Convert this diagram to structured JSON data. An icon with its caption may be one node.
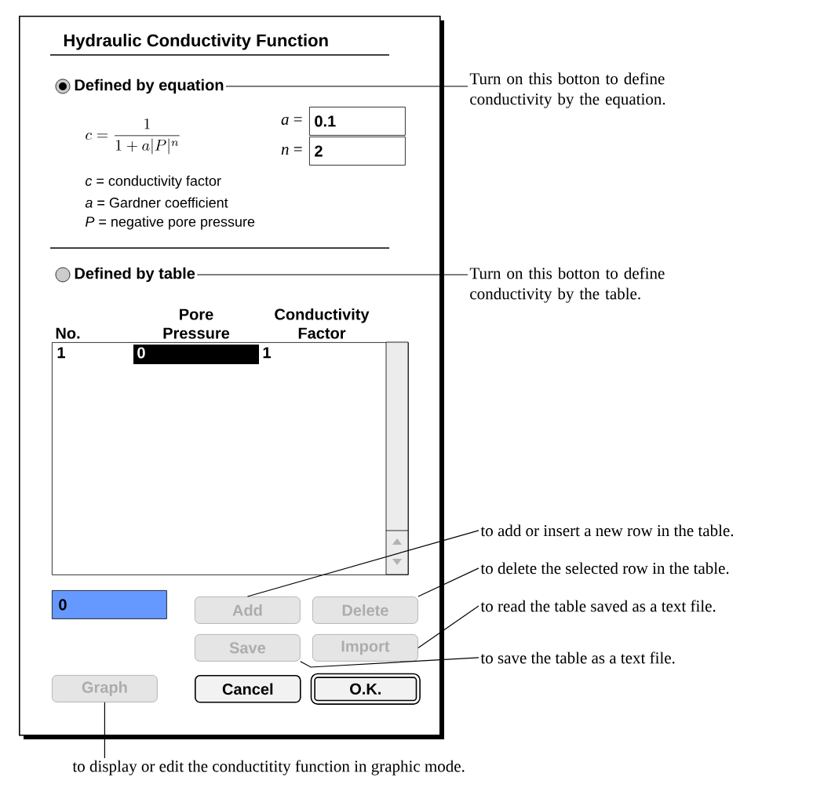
{
  "diagram": {
    "nodes": [
      {
        "text": [
          "Hydraulic Conductivity Function"
        ]
      },
      {
        "text": [
          "Defined by equation"
        ],
        "in": 0
      },
      {
        "text": [
          "0.1"
        ],
        "beside": [
          "*a* ="
        ],
        "in": 0
      },
      {
        "text": [
          "2"
        ],
        "beside": [
          "*n* ="
        ],
        "in": 0
      },
      {
        "text": [
          "Defined by table"
        ],
        "in": 0
      },
      {
        "text": [
          "No.",
          "Pore Pressure",
          "Conductivity Factor",
          "1",
          "0",
          "1"
        ],
        "in": 0
      },
      {
        "text": [
          "0"
        ],
        "in": 0
      },
      {
        "text": [
          "Add"
        ],
        "in": 0
      },
      {
        "text": [
          "Delete"
        ],
        "in": 0
      },
      {
        "text": [
          "Save"
        ],
        "in": 0
      },
      {
        "text": [
          "Import"
        ],
        "in": 0
      },
      {
        "text": [
          "Graph"
        ],
        "in": 0
      },
      {
        "text": [
          "Cancel"
        ],
        "in": 0
      },
      {
        "text": [
          "O.K."
        ],
        "in": 0
      },
      {
        "text": [
          "Turn on this botton to define conductivity by the equation."
        ]
      },
      {
        "text": [
          "Turn on this botton to define conductivity by the table."
        ]
      },
      {
        "text": [
          "to add or insert a new row in the table."
        ]
      },
      {
        "text": [
          "to delete the selected row in the table."
        ]
      },
      {
        "text": [
          "to read the table saved as a text file."
        ]
      },
      {
        "text": [
          "to save the table as a text file."
        ]
      },
      {
        "text": [
          "to display or edit the conductitity function in graphic mode."
        ]
      }
    ],
    "edges": [
      {
        "from": 14,
        "to": 1,
        "arrow": "none"
      },
      {
        "from": 15,
        "to": 4,
        "arrow": "none"
      },
      {
        "from": 16,
        "to": 7,
        "arrow": "none"
      },
      {
        "from": 17,
        "to": 8,
        "arrow": "none"
      },
      {
        "from": 18,
        "to": 10,
        "arrow": "none"
      },
      {
        "from": 19,
        "to": 9,
        "arrow": "none"
      },
      {
        "from": 20,
        "to": 11,
        "arrow": "none"
      }
    ],
    "labels": [
      "c = \\frac{1}{1+a|P|^{n}}",
      "*c* = conductivity factor",
      "*a* = Gardner coefficient",
      "*P* = negative pore pressure"
    ]
  }
}
